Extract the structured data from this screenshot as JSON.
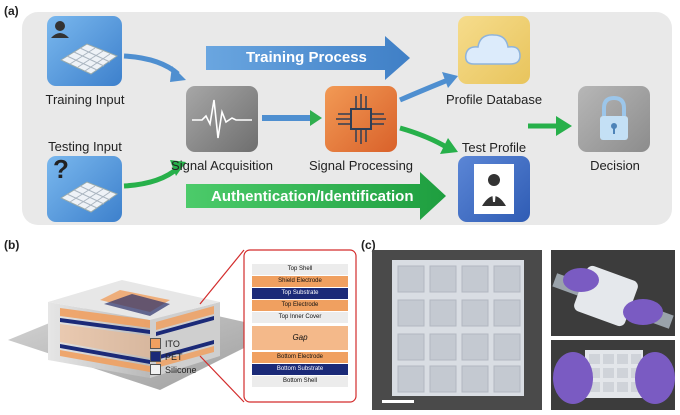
{
  "panel_labels": {
    "a": "(a)",
    "b": "(b)",
    "c": "(c)"
  },
  "panel_a": {
    "training_input": "Training Input",
    "testing_input": "Testing Input",
    "signal_acquisition": "Signal Acquisition",
    "signal_processing": "Signal Processing",
    "profile_database": "Profile Database",
    "test_profile": "Test Profile",
    "decision": "Decision",
    "training_process": "Training Process",
    "auth_ident": "Authentication/Identification",
    "question_mark": "?"
  },
  "panel_b": {
    "layers": [
      "Top Shell",
      "Shield Electrode",
      "Top Substrate",
      "Top Electrode",
      "Top Inner Cover",
      "Gap",
      "Bottom Electrode",
      "Bottom Substrate",
      "Bottom Shell"
    ],
    "legend": [
      {
        "label": "ITO",
        "color": "#f0a060"
      },
      {
        "label": "PET",
        "color": "#1b2a78"
      },
      {
        "label": "Silicone",
        "color": "#f2f2f2"
      }
    ]
  },
  "colors": {
    "blue_arrow": "#4f8fd0",
    "green_arrow": "#27b04a",
    "orange_tile": "#e8793a",
    "grey_tile": "#8e8e8e",
    "db_tile": "#f2d37a",
    "profile_tile": "#3d6cc2"
  }
}
